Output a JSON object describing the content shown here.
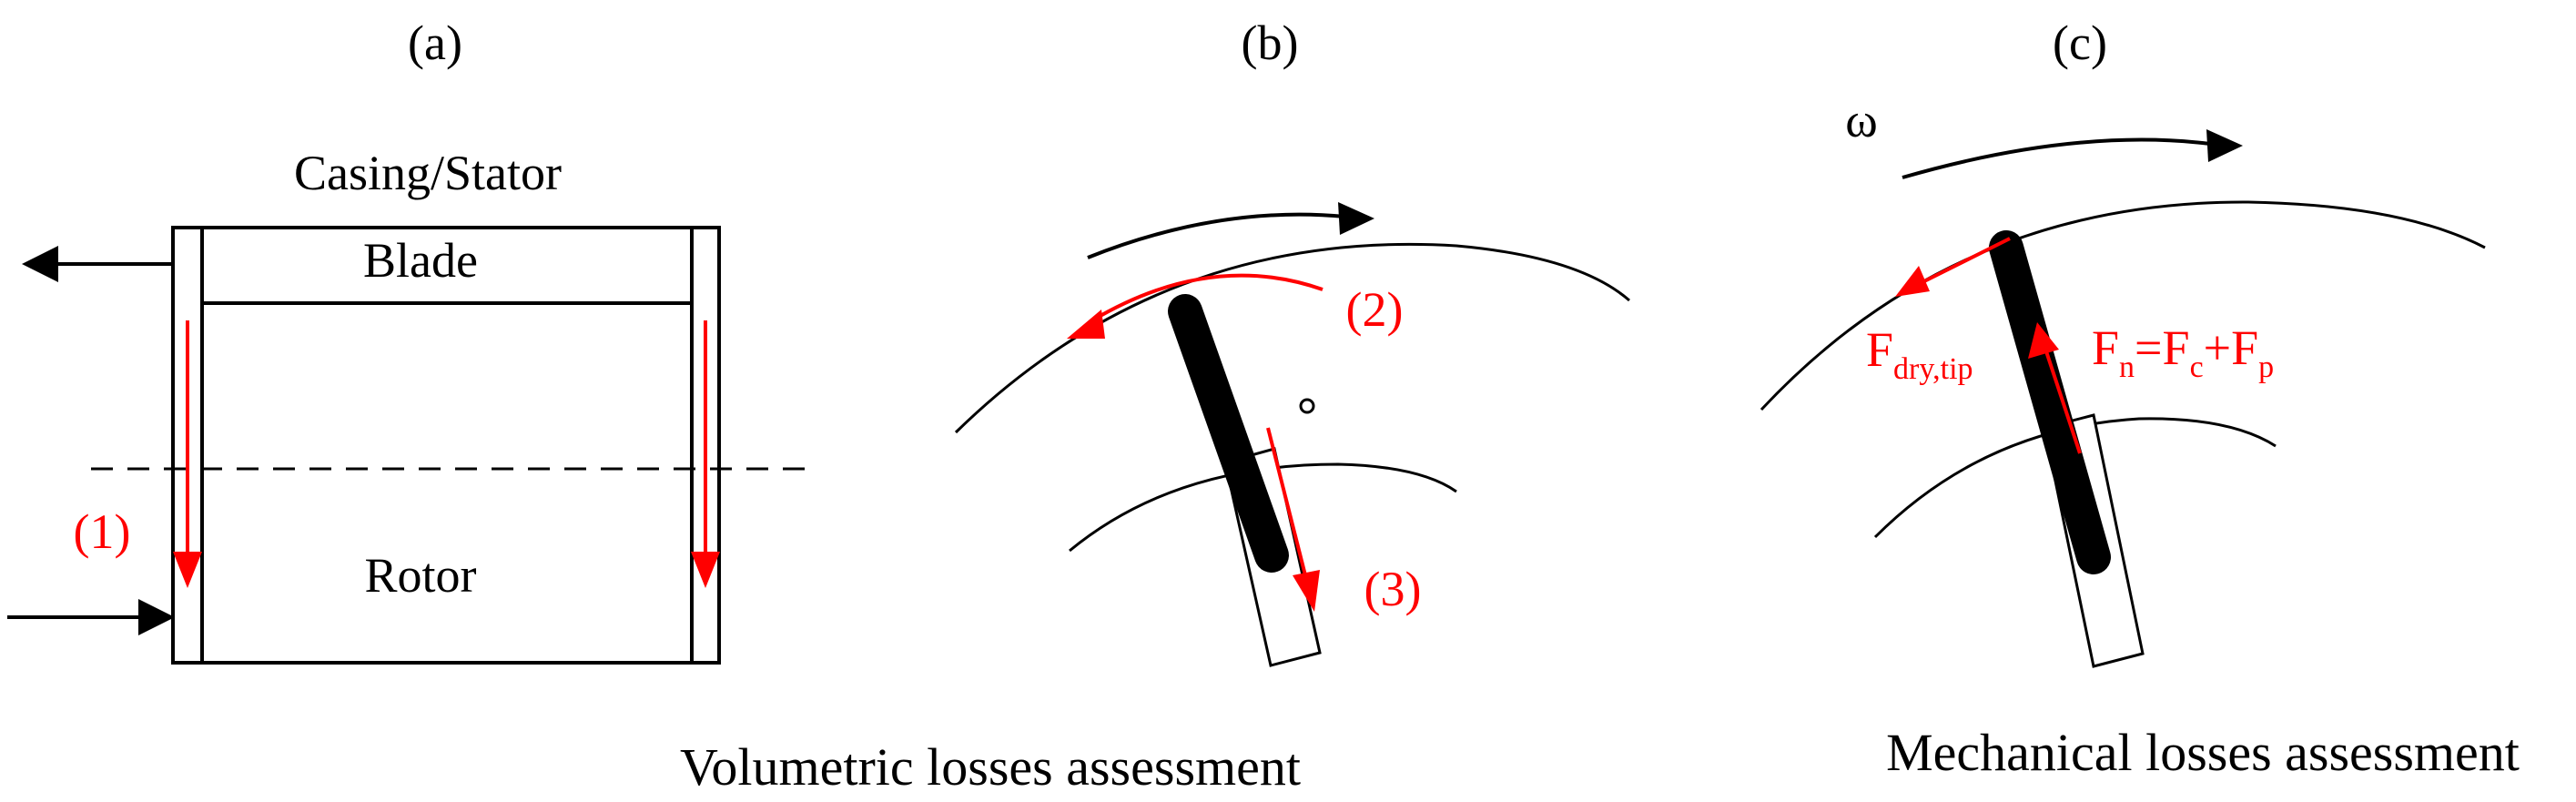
{
  "panels": {
    "a": {
      "label": "(a)",
      "casing_label": "Casing/Stator",
      "blade_label": "Blade",
      "rotor_label": "Rotor",
      "leak_label": "(1)"
    },
    "b": {
      "label": "(b)",
      "leak2_label": "(2)",
      "leak3_label": "(3)"
    },
    "c": {
      "label": "(c)",
      "omega_label": "ω",
      "fdry": {
        "main": "F",
        "sub": "dry,tip"
      },
      "fn": {
        "f1": "F",
        "s1": "n",
        "eq": "=",
        "f2": "F",
        "s2": "c",
        "plus": "+",
        "f3": "F",
        "s3": "p"
      }
    }
  },
  "captions": {
    "volumetric": "Volumetric losses assessment",
    "mechanical": "Mechanical losses assessment"
  },
  "colors": {
    "line": "#000000",
    "annotation": "#ff0000"
  }
}
